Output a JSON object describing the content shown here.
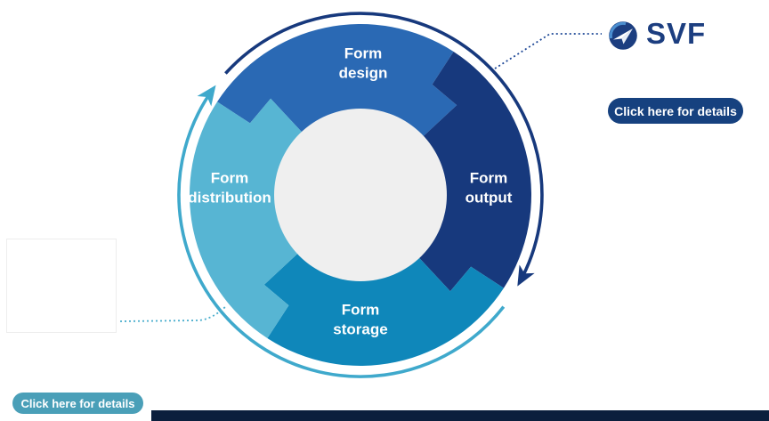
{
  "cycle": {
    "segments": [
      {
        "name": "Form design",
        "lines": [
          "Form",
          "design"
        ],
        "color": "#2a69b4"
      },
      {
        "name": "Form output",
        "lines": [
          "Form",
          "output"
        ],
        "color": "#17397d"
      },
      {
        "name": "Form storage",
        "lines": [
          "Form",
          "storage"
        ],
        "color": "#0f87ba"
      },
      {
        "name": "Form distribution",
        "lines": [
          "Form",
          "distribution"
        ],
        "color": "#57b5d3"
      }
    ],
    "inner_circle_color": "#efefef",
    "arrow_dark_color": "#17397d",
    "arrow_light_color": "#3fa9cc",
    "direction": "clockwise"
  },
  "svf": {
    "logo_text": "SVF",
    "logo_color": "#1c3e80",
    "button": {
      "label": "Click here for details",
      "color": "#16417f"
    }
  },
  "molecule_product": {
    "button": {
      "label": "Click here for details",
      "color": "#4a9fb8"
    }
  },
  "connectors": {
    "to_svf_color": "#1d4796",
    "to_molecule_color": "#4aaecd"
  },
  "footer_bar": {
    "color": "#0b1f3d"
  }
}
